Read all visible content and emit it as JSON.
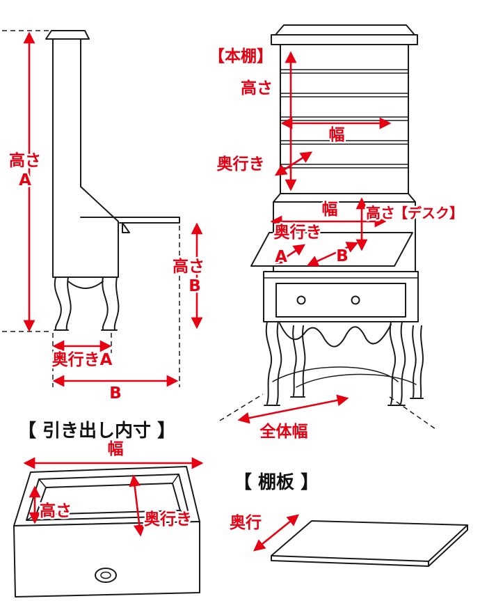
{
  "colors": {
    "accent_red": "#e60012",
    "line_black": "#1a1a1a",
    "background": "#ffffff"
  },
  "side_view": {
    "height_a_label": "高さ",
    "height_a_suffix": "A",
    "height_b_label": "高さ",
    "height_b_suffix": "B",
    "depth_a_label": "奥行きA",
    "overall_depth_label": "B"
  },
  "bookshelf": {
    "title": "【本棚】",
    "height_label": "高さ",
    "width_label": "幅",
    "depth_label": "奥行き"
  },
  "desk": {
    "title": "【デスク】",
    "width_label": "幅",
    "height_label": "高さ",
    "depth_label": "奥行き",
    "depth_a_label": "A",
    "depth_b_label": "B"
  },
  "overall": {
    "width_label": "全体幅"
  },
  "drawer": {
    "title": "【 引き出し内寸 】",
    "width_label": "幅",
    "height_label": "高さ",
    "depth_label": "奥行き"
  },
  "shelf": {
    "title": "【 棚板 】",
    "depth_label": "奥行"
  }
}
